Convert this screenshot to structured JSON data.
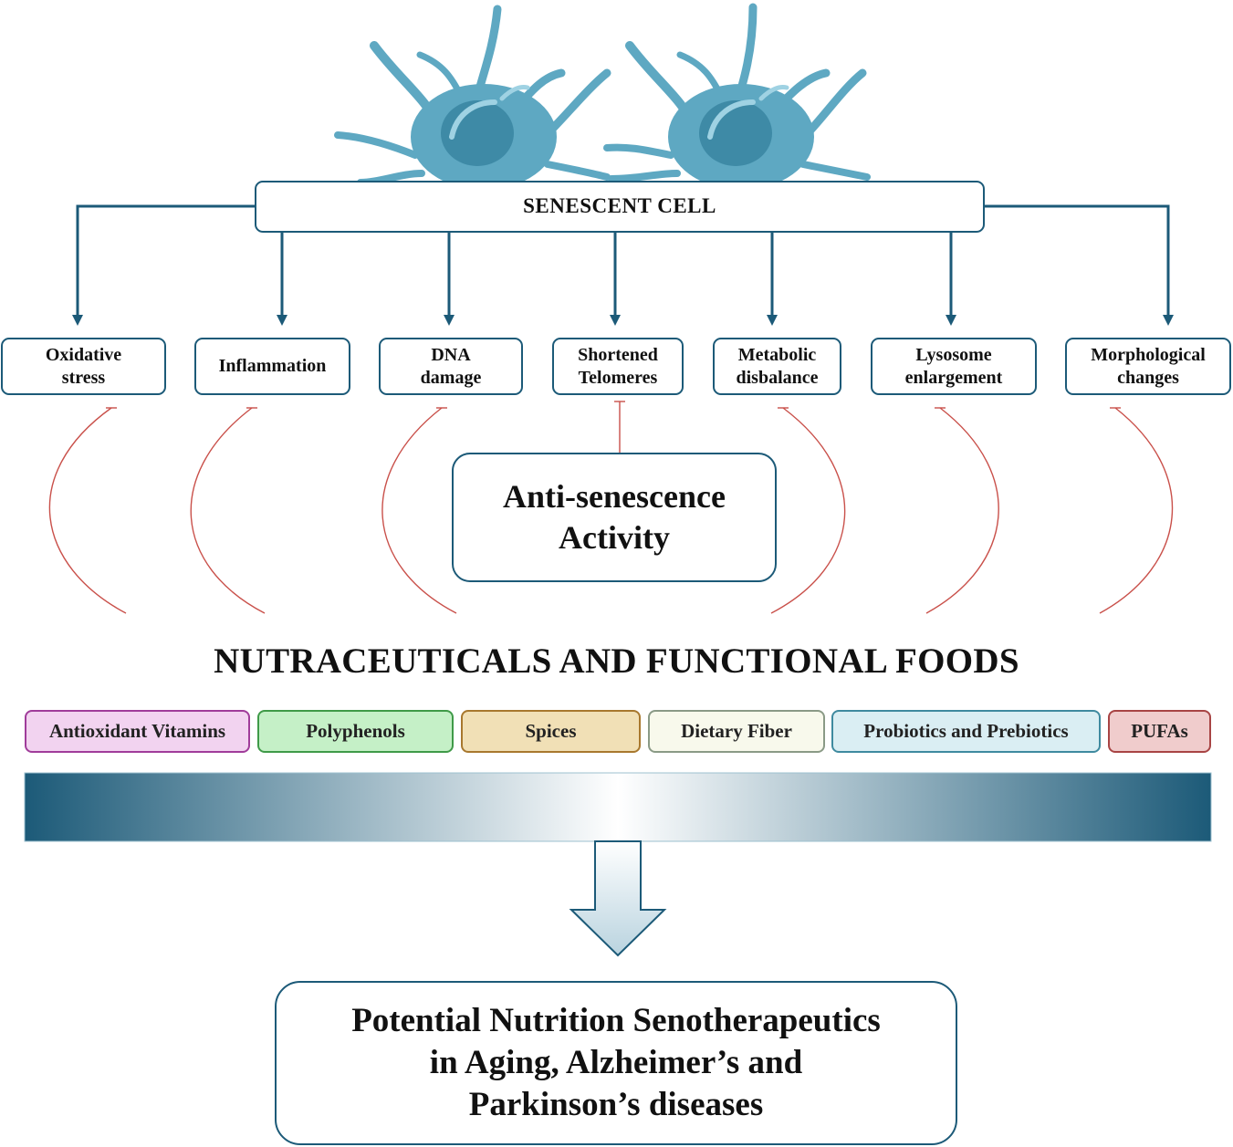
{
  "senescent_cell": "SENESCENT CELL",
  "effects": [
    {
      "id": "oxidative",
      "lines": [
        "Oxidative",
        "stress"
      ]
    },
    {
      "id": "inflammation",
      "lines": [
        "Inflammation"
      ]
    },
    {
      "id": "dna",
      "lines": [
        "DNA",
        "damage"
      ]
    },
    {
      "id": "telomeres",
      "lines": [
        "Shortened",
        "Telomeres"
      ]
    },
    {
      "id": "metabolic",
      "lines": [
        "Metabolic",
        "disbalance"
      ]
    },
    {
      "id": "lysosome",
      "lines": [
        "Lysosome",
        "enlargement"
      ]
    },
    {
      "id": "morphological",
      "lines": [
        "Morphological",
        "changes"
      ]
    }
  ],
  "anti_senescence": {
    "line1": "Anti-senescence",
    "line2": "Activity"
  },
  "heading": "NUTRACEUTICALS AND FUNCTIONAL FOODS",
  "foods": [
    {
      "label": "Antioxidant Vitamins",
      "fill": "#f2d3f0",
      "border": "#a03c9a"
    },
    {
      "label": "Polyphenols",
      "fill": "#c5f0c7",
      "border": "#3f9a48"
    },
    {
      "label": "Spices",
      "fill": "#f1e0b6",
      "border": "#a8782e"
    },
    {
      "label": "Dietary Fiber",
      "fill": "#f8f9ec",
      "border": "#8a9a86"
    },
    {
      "label": "Probiotics and Prebiotics",
      "fill": "#daeef3",
      "border": "#3f8a9f"
    },
    {
      "label": "PUFAs",
      "fill": "#f0cccc",
      "border": "#a84444"
    }
  ],
  "outcome": {
    "line1": "Potential Nutrition Senotherapeutics",
    "line2": "in Aging, Alzheimer’s and",
    "line3": "Parkinson’s diseases"
  },
  "colors": {
    "primary": "#1c5a78",
    "inhibition": "#c9504a",
    "cell": "#5ea8c2"
  },
  "icons": [
    "neuron-cell-icon",
    "down-arrow-icon"
  ]
}
